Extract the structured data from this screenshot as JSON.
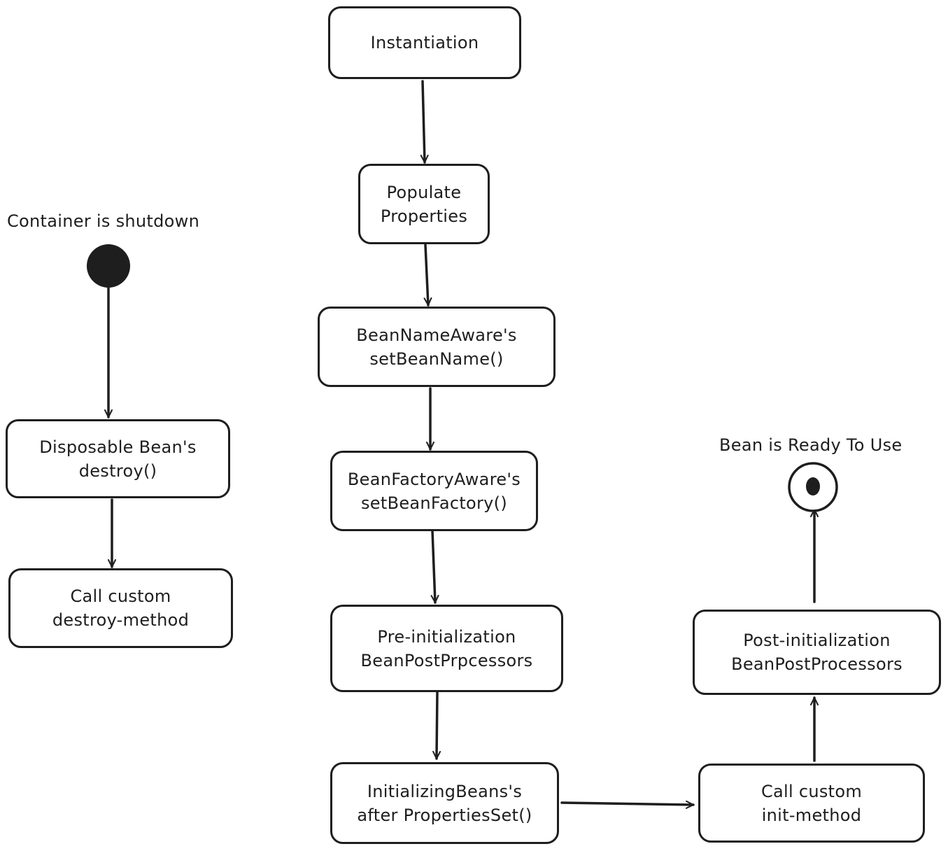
{
  "diagram": {
    "nodes": {
      "instantiation": {
        "lines": [
          "Instantiation"
        ]
      },
      "populate": {
        "lines": [
          "Populate",
          "Properties"
        ]
      },
      "beanname": {
        "lines": [
          "BeanNameAware's",
          "setBeanName()"
        ]
      },
      "beanfactory": {
        "lines": [
          "BeanFactoryAware's",
          "setBeanFactory()"
        ]
      },
      "preinit": {
        "lines": [
          "Pre-initialization",
          "BeanPostPrpcessors"
        ]
      },
      "initializing": {
        "lines": [
          "InitializingBeans's",
          "after PropertiesSet()"
        ]
      },
      "custominit": {
        "lines": [
          "Call custom",
          "init-method"
        ]
      },
      "postinit": {
        "lines": [
          "Post-initialization",
          "BeanPostProcessors"
        ]
      },
      "disposable": {
        "lines": [
          "Disposable Bean's",
          "destroy()"
        ]
      },
      "customdestroy": {
        "lines": [
          "Call custom",
          "destroy-method"
        ]
      }
    },
    "captions": {
      "shutdown": "Container is shutdown",
      "ready": "Bean is Ready To Use"
    },
    "colors": {
      "stroke": "#1e1e1e",
      "background": "#ffffff"
    }
  }
}
